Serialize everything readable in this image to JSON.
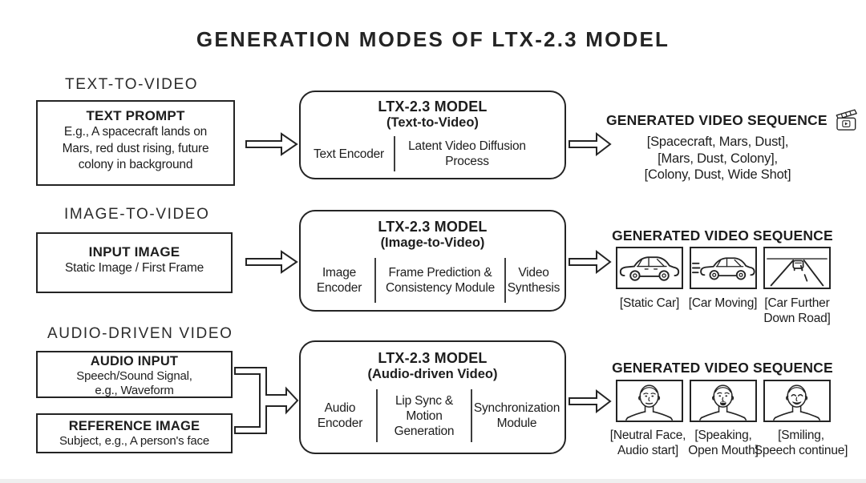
{
  "title": "GENERATION MODES OF LTX-2.3 MODEL",
  "colors": {
    "ink": "#1d1d1d",
    "background": "#ffffff",
    "box_border": "#242424",
    "divider": "#3d3d3d"
  },
  "rows": [
    {
      "section_label": "TEXT-TO-VIDEO",
      "inputs": [
        {
          "heading": "TEXT PROMPT",
          "lines": [
            "E.g., A spacecraft lands on",
            "Mars, red dust rising, future",
            "colony in background"
          ]
        }
      ],
      "model": {
        "title": "LTX-2.3 MODEL",
        "subtitle": "(Text-to-Video)",
        "components": [
          "Text Encoder",
          "Latent Video Diffusion Process"
        ]
      },
      "output": {
        "heading": "GENERATED VIDEO SEQUENCE",
        "icon": "clapperboard-play-icon",
        "lines": [
          "[Spacecraft, Mars, Dust],",
          "[Mars, Dust, Colony],",
          "[Colony, Dust, Wide Shot]"
        ]
      }
    },
    {
      "section_label": "IMAGE-TO-VIDEO",
      "inputs": [
        {
          "heading": "INPUT IMAGE",
          "lines": [
            "Static Image / First Frame"
          ]
        }
      ],
      "model": {
        "title": "LTX-2.3 MODEL",
        "subtitle": "(Image-to-Video)",
        "components": [
          "Image Encoder",
          "Frame Prediction & Consistency Module",
          "Video Synthesis"
        ]
      },
      "output": {
        "heading": "GENERATED VIDEO SEQUENCE",
        "frames": [
          {
            "icon": "static-car-icon",
            "caption_lines": [
              "[Static Car]"
            ]
          },
          {
            "icon": "moving-car-icon",
            "caption_lines": [
              "[Car Moving]"
            ]
          },
          {
            "icon": "car-down-road-icon",
            "caption_lines": [
              "[Car Further",
              "Down Road]"
            ]
          }
        ]
      }
    },
    {
      "section_label": "AUDIO-DRIVEN VIDEO",
      "inputs": [
        {
          "heading": "AUDIO INPUT",
          "lines": [
            "Speech/Sound Signal,",
            "e.g., Waveform"
          ]
        },
        {
          "heading": "REFERENCE IMAGE",
          "lines": [
            "Subject, e.g., A person's face"
          ]
        }
      ],
      "model": {
        "title": "LTX-2.3 MODEL",
        "subtitle": "(Audio-driven Video)",
        "components": [
          "Audio Encoder",
          "Lip Sync & Motion Generation",
          "Synchronization Module"
        ]
      },
      "output": {
        "heading": "GENERATED VIDEO SEQUENCE",
        "frames": [
          {
            "icon": "neutral-face-icon",
            "caption_lines": [
              "[Neutral Face,",
              "Audio start]"
            ]
          },
          {
            "icon": "speaking-face-icon",
            "caption_lines": [
              "[Speaking,",
              "Open Mouth]"
            ]
          },
          {
            "icon": "smiling-face-icon",
            "caption_lines": [
              "[Smiling,",
              "Speech continue]"
            ]
          }
        ]
      }
    }
  ]
}
